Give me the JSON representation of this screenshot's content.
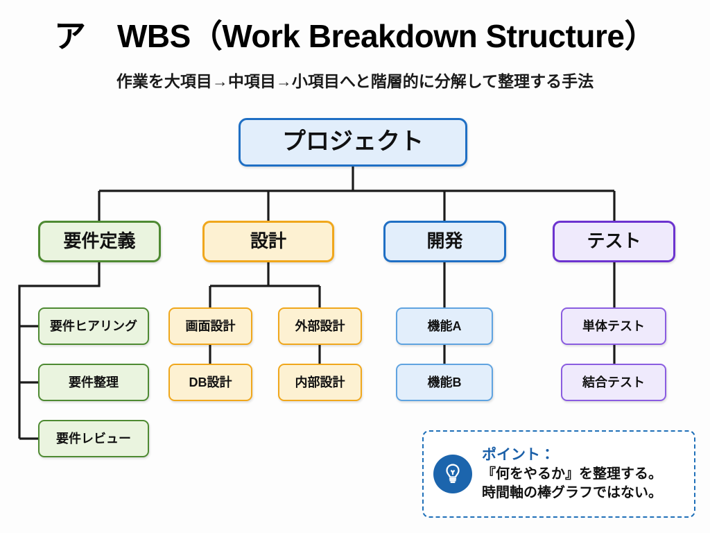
{
  "header": {
    "title": "ア　WBS（Work Breakdown Structure）",
    "subtitle": "作業を大項目→中項目→小項目へと階層的に分解して整理する手法"
  },
  "palette": {
    "blue_fill": "#e2eefb",
    "blue_border": "#1f6fc4",
    "green_fill": "#eaf4df",
    "green_border": "#4e8a32",
    "orange_fill": "#fdf1d2",
    "orange_border": "#f0a71c",
    "purple_fill": "#efeafc",
    "purple_border": "#6c33cf",
    "wire": "#1b1b1b",
    "callout_border": "#1e6fb8",
    "callout_heading": "#1a5fa8",
    "bulb_circle": "#1c65ad"
  },
  "tree": {
    "root": {
      "label": "プロジェクト",
      "color": "blue"
    },
    "branches": [
      {
        "label": "要件定義",
        "color": "green",
        "children": [
          "要件ヒアリング",
          "要件整理",
          "要件レビュー"
        ]
      },
      {
        "label": "設計",
        "color": "orange",
        "children": [
          "画面設計",
          "DB設計",
          "外部設計",
          "内部設計"
        ]
      },
      {
        "label": "開発",
        "color": "blue",
        "children": [
          "機能A",
          "機能B"
        ]
      },
      {
        "label": "テスト",
        "color": "purple",
        "children": [
          "単体テスト",
          "結合テスト"
        ]
      }
    ]
  },
  "callout": {
    "icon": "lightbulb-icon",
    "heading": "ポイント：",
    "line1": "『何をやるか』を整理する。",
    "line2": "時間軸の棒グラフではない。"
  }
}
